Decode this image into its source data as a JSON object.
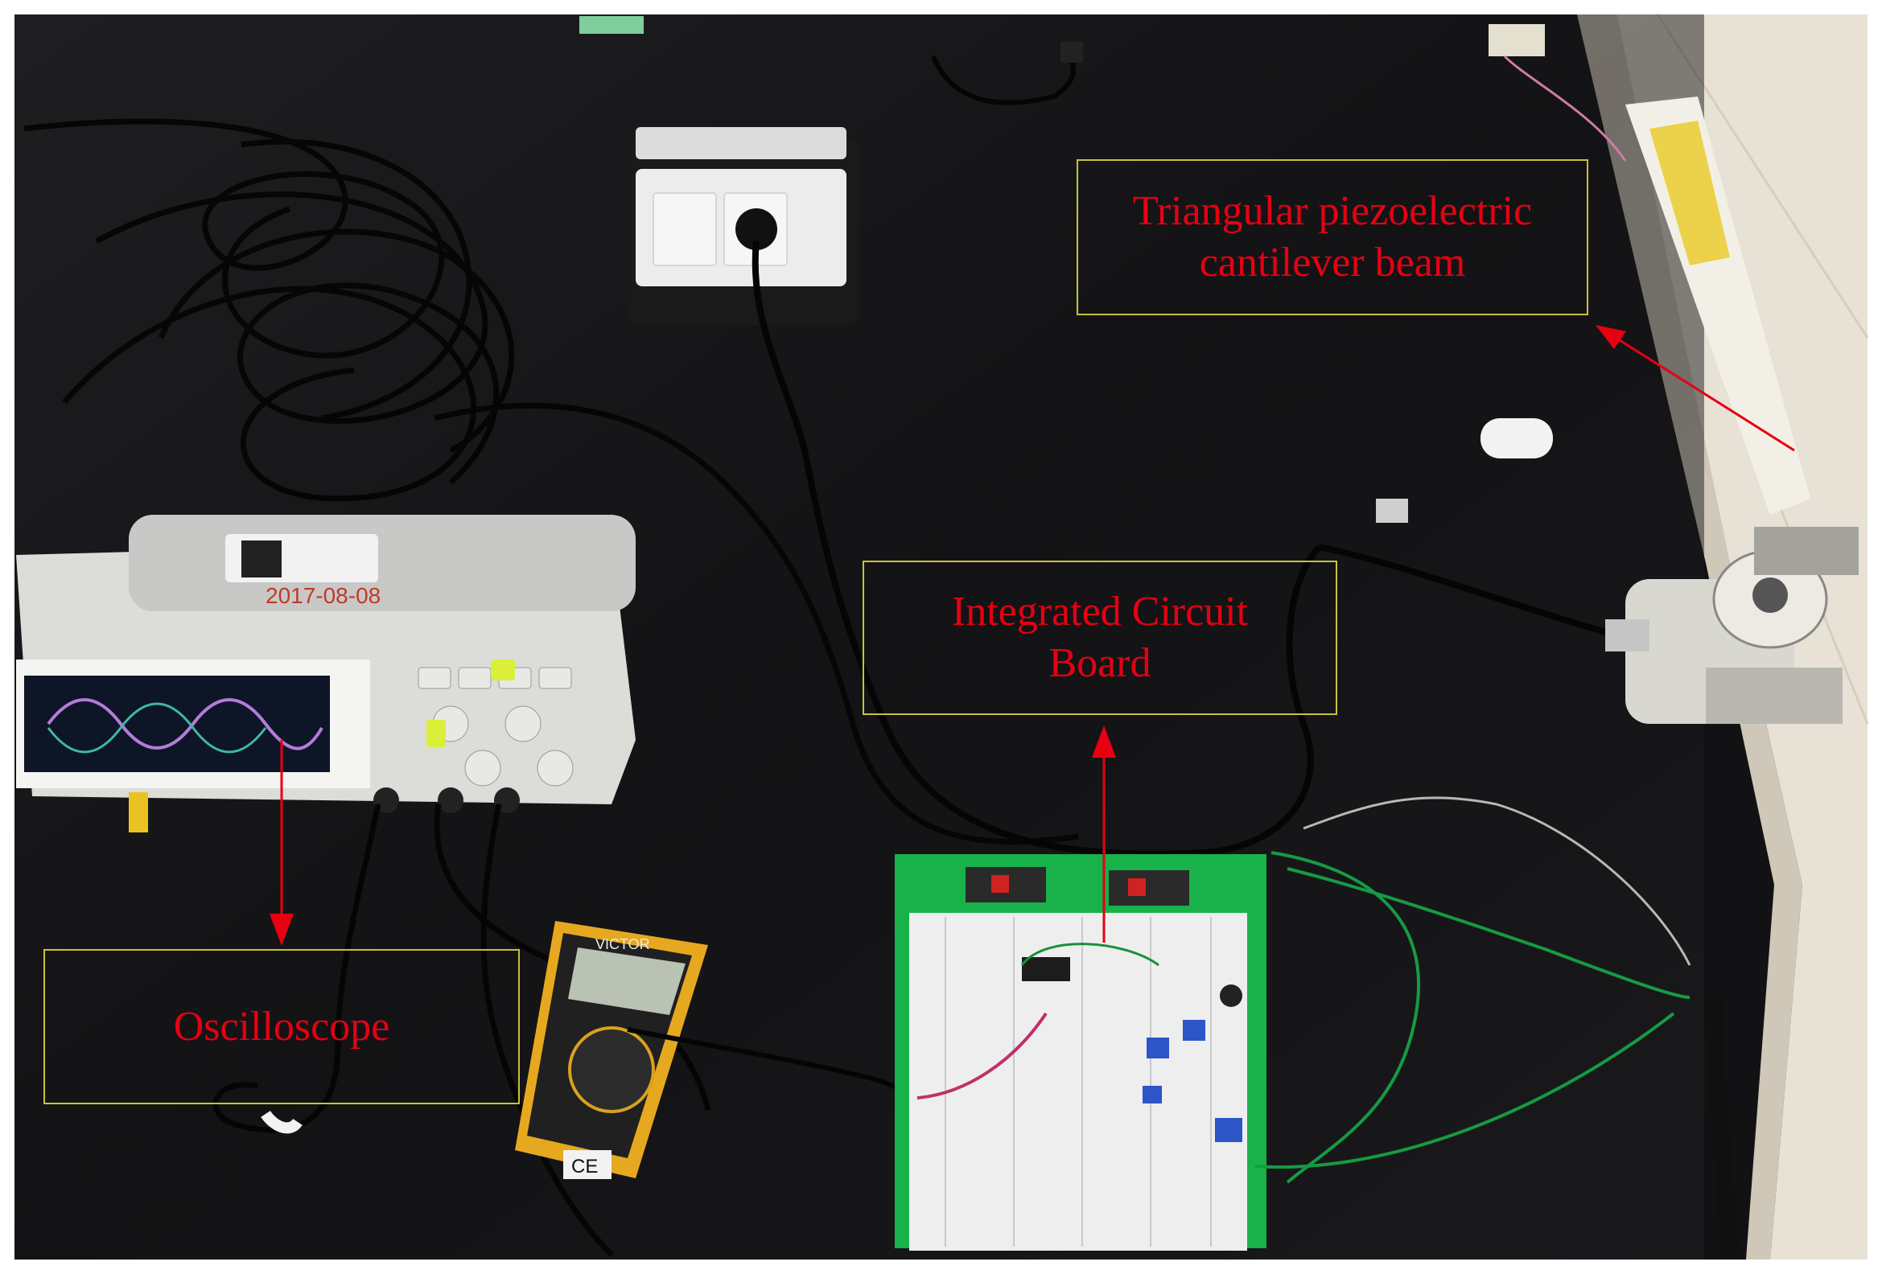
{
  "figure": {
    "labels": {
      "triangular_beam": {
        "line1": "Triangular piezoelectric",
        "line2": "cantilever beam"
      },
      "circuit_board": {
        "line1": "Integrated Circuit",
        "line2": "Board"
      },
      "oscilloscope": {
        "text": "Oscilloscope"
      }
    },
    "annotation_color": "#e60012",
    "box_border_color": "#c8c23a",
    "oscilloscope_sticker_text": "2017-08-08",
    "multimeter_brand_text": "VICTOR",
    "multimeter_ce_mark": "CE"
  }
}
